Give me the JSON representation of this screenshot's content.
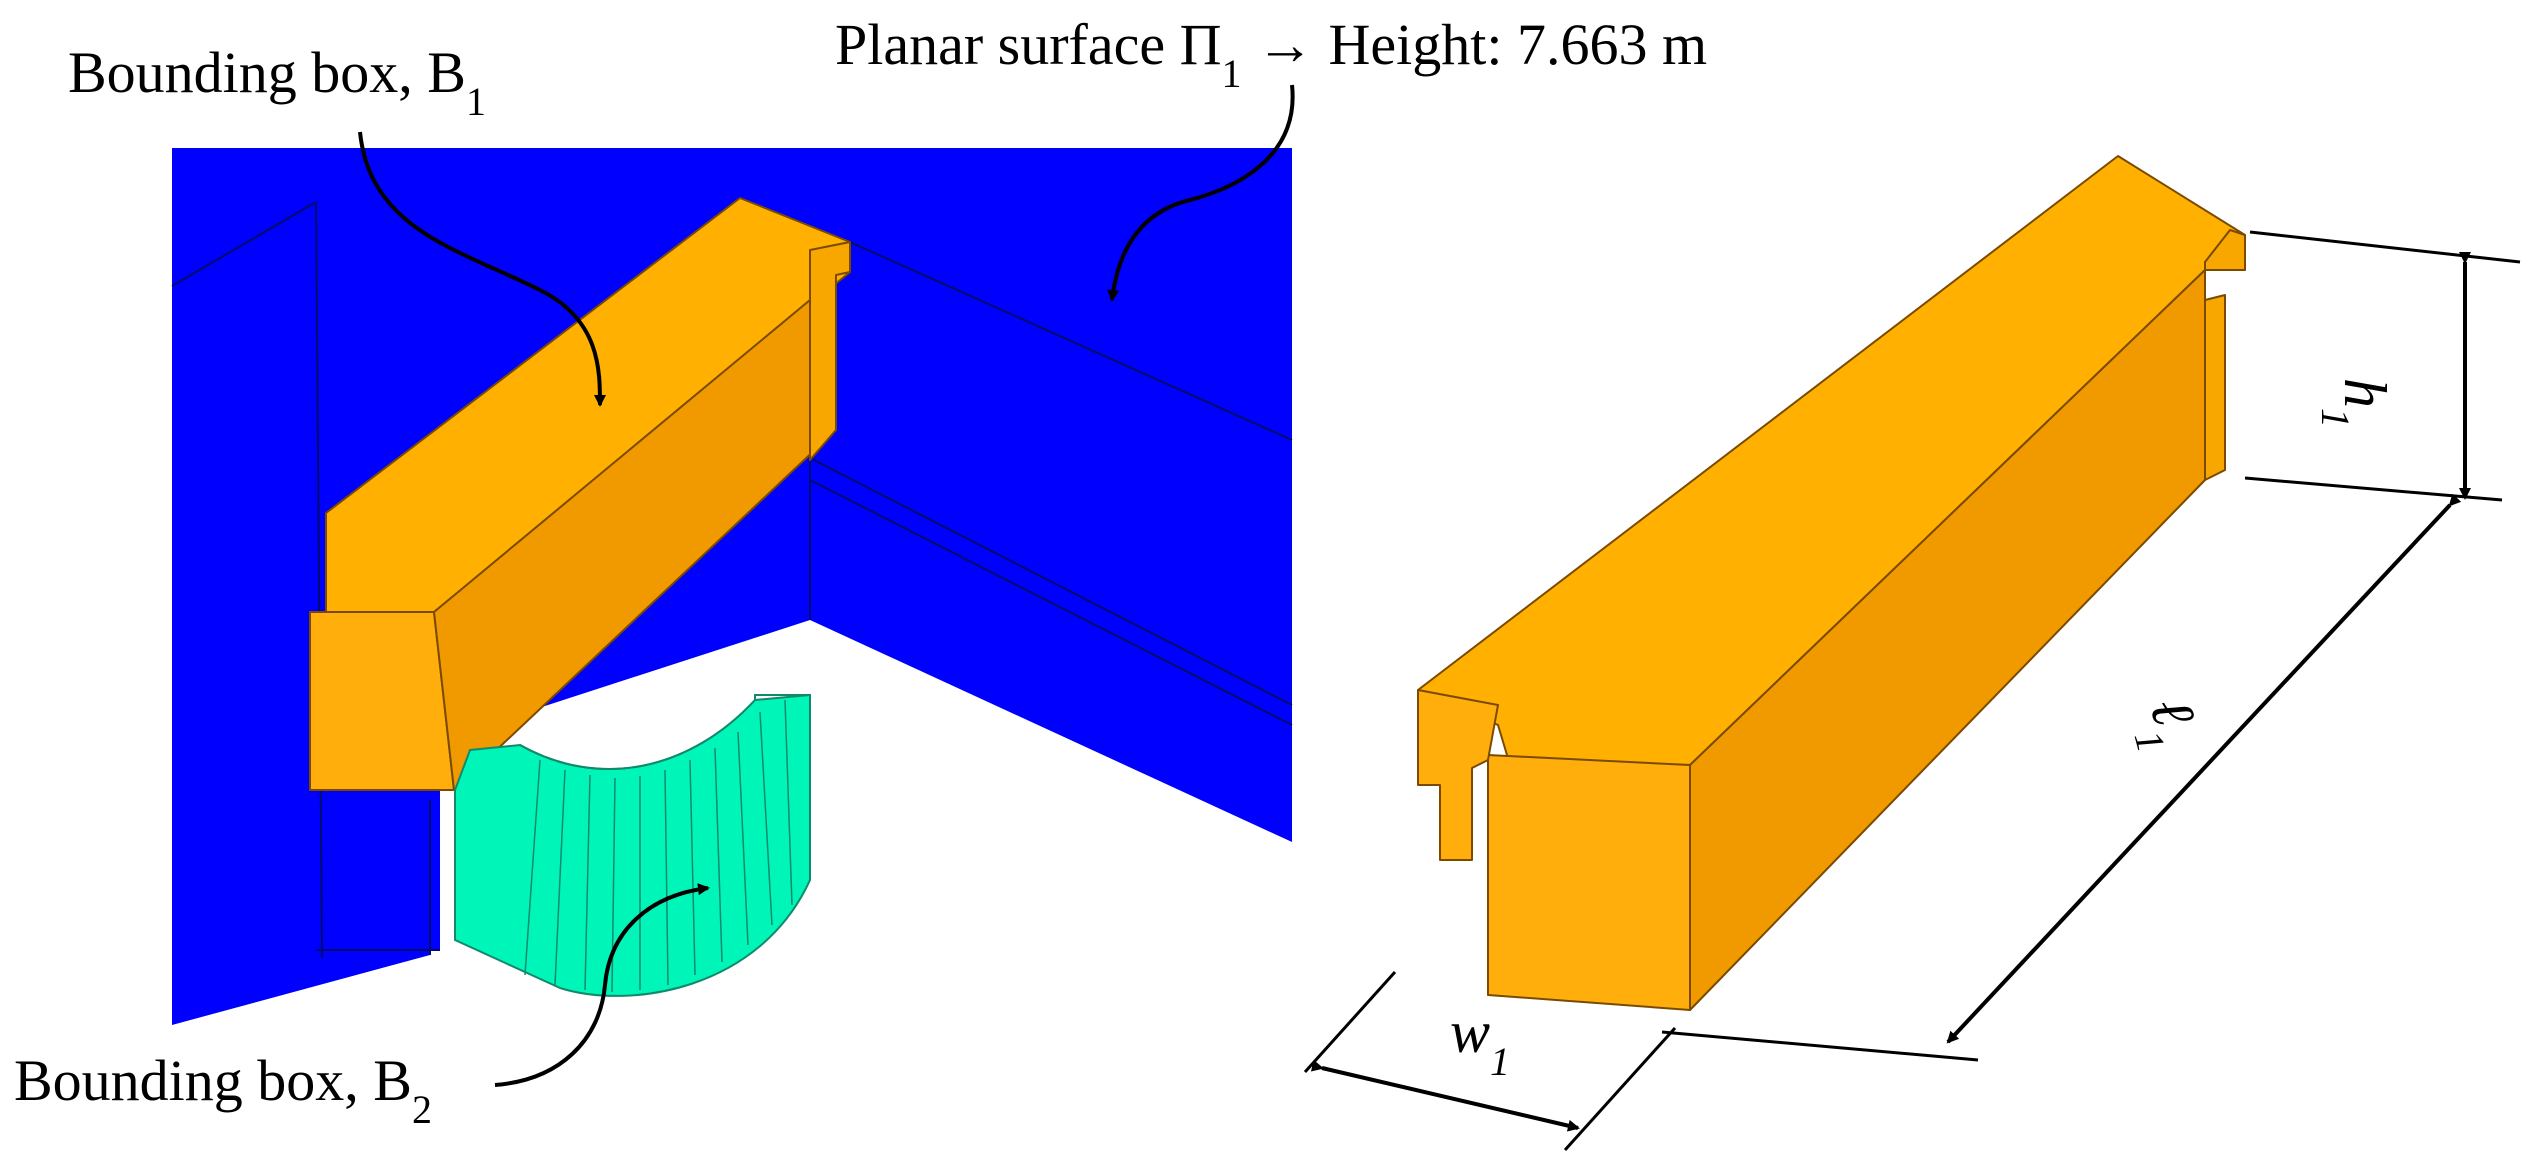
{
  "labels": {
    "bounding_box_b1": "Bounding box, B",
    "bounding_box_b1_sub": "1",
    "bounding_box_b2": "Bounding box, B",
    "bounding_box_b2_sub": "2",
    "planar_surface_prefix": "Planar surface Π",
    "planar_surface_sub": "1",
    "planar_surface_suffix": " → Height: 7.663 m"
  },
  "dimensions": {
    "height": "h",
    "height_sub": "1",
    "length": "ℓ",
    "length_sub": "1",
    "width": "w",
    "width_sub": "1"
  },
  "colors": {
    "wall": "#0000ff",
    "box_top": "#ffb000",
    "box_front": "#ffae0c",
    "box_side": "#f09a00",
    "cylinder": "#00f5b8",
    "cylinder_line": "#118a6c",
    "annotation": "#000000"
  }
}
